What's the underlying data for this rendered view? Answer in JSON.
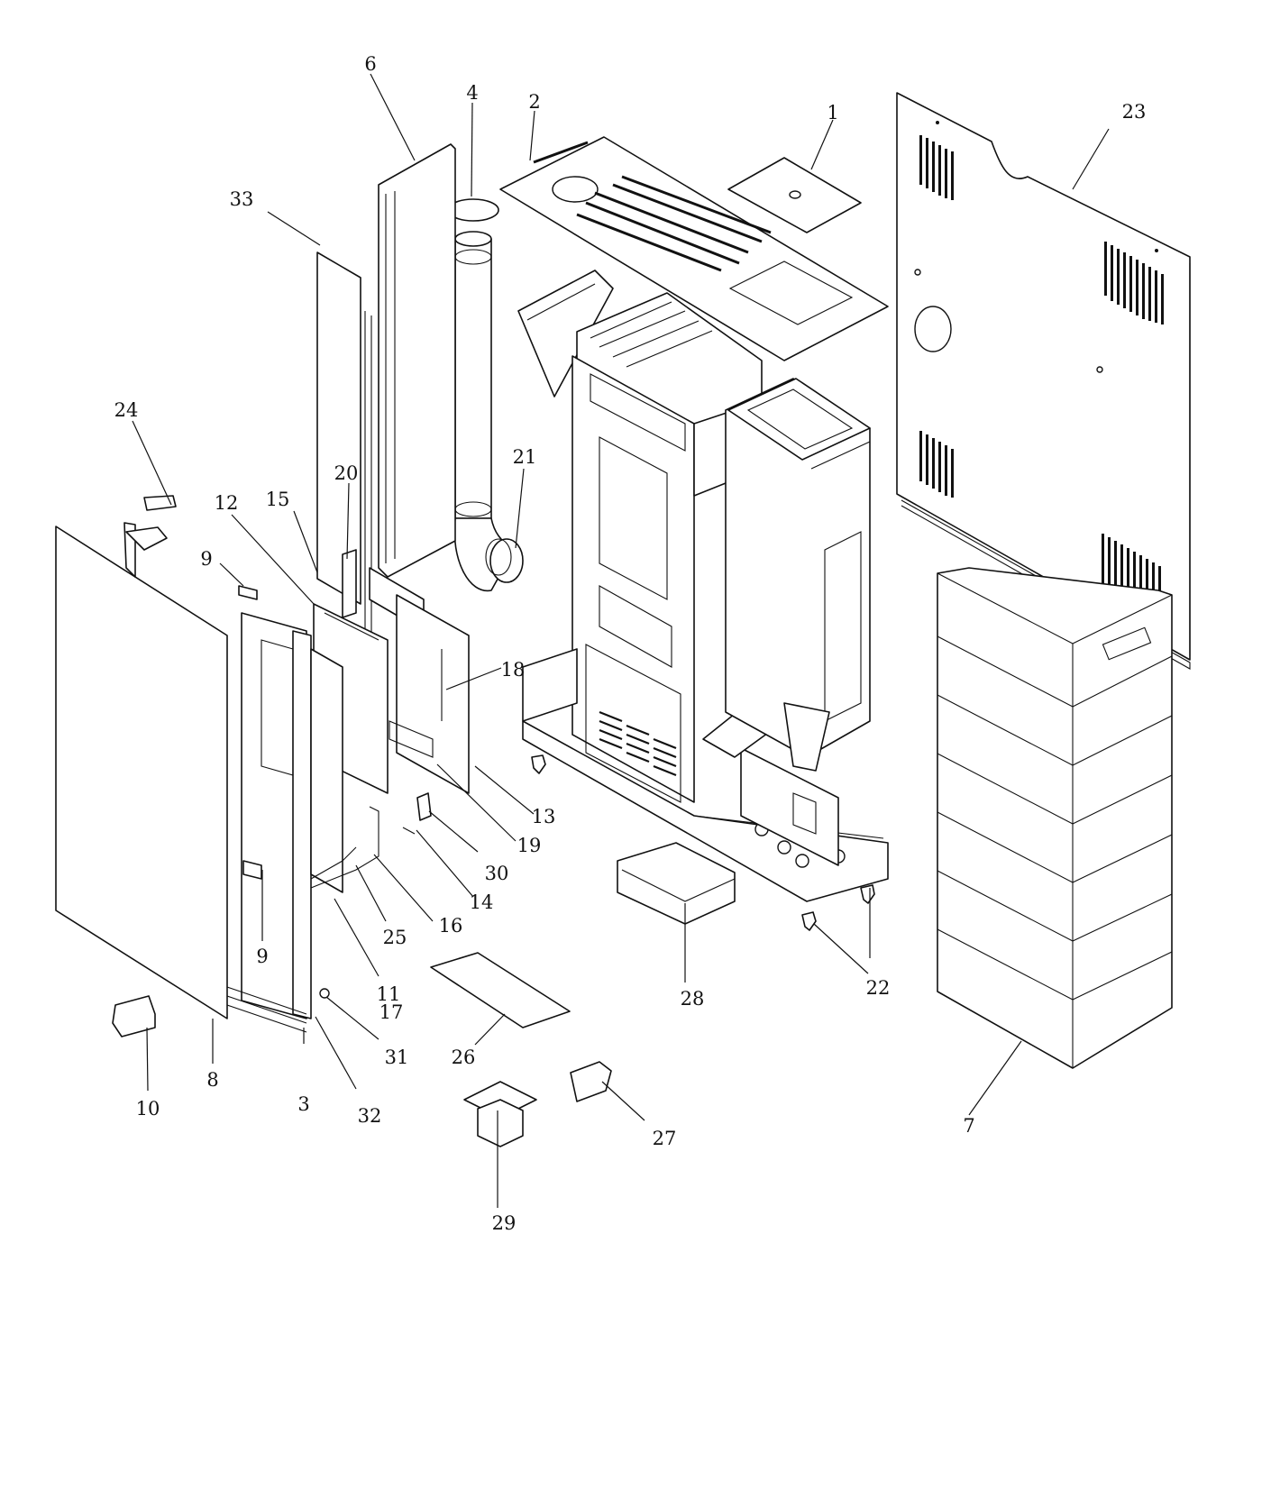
{
  "diagram": {
    "callouts": [
      {
        "id": "c1",
        "label": "1"
      },
      {
        "id": "c2",
        "label": "2"
      },
      {
        "id": "c3",
        "label": "3"
      },
      {
        "id": "c4",
        "label": "4"
      },
      {
        "id": "c6",
        "label": "6"
      },
      {
        "id": "c7",
        "label": "7"
      },
      {
        "id": "c8",
        "label": "8"
      },
      {
        "id": "c9a",
        "label": "9"
      },
      {
        "id": "c9b",
        "label": "9"
      },
      {
        "id": "c10",
        "label": "10"
      },
      {
        "id": "c11",
        "label": "11"
      },
      {
        "id": "c12",
        "label": "12"
      },
      {
        "id": "c13",
        "label": "13"
      },
      {
        "id": "c14",
        "label": "14"
      },
      {
        "id": "c15",
        "label": "15"
      },
      {
        "id": "c16",
        "label": "16"
      },
      {
        "id": "c17",
        "label": "17"
      },
      {
        "id": "c18",
        "label": "18"
      },
      {
        "id": "c19",
        "label": "19"
      },
      {
        "id": "c20",
        "label": "20"
      },
      {
        "id": "c21",
        "label": "21"
      },
      {
        "id": "c22",
        "label": "22"
      },
      {
        "id": "c23",
        "label": "23"
      },
      {
        "id": "c24",
        "label": "24"
      },
      {
        "id": "c25",
        "label": "25"
      },
      {
        "id": "c26",
        "label": "26"
      },
      {
        "id": "c27",
        "label": "27"
      },
      {
        "id": "c28",
        "label": "28"
      },
      {
        "id": "c29",
        "label": "29"
      },
      {
        "id": "c30",
        "label": "30"
      },
      {
        "id": "c31",
        "label": "31"
      },
      {
        "id": "c32",
        "label": "32"
      },
      {
        "id": "c33",
        "label": "33"
      }
    ]
  }
}
